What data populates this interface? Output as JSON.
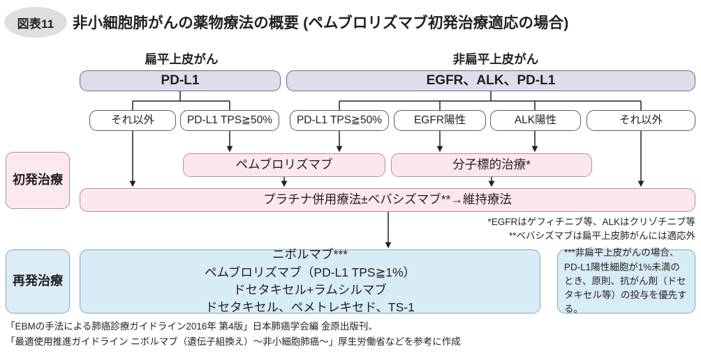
{
  "header": {
    "badge": "図表11",
    "title": "非小細胞肺がんの薬物療法の概要 (ペムブロリズマブ初発治療適応の場合)"
  },
  "columns": [
    {
      "caption": "扁平上皮がん"
    },
    {
      "caption": "非扁平上皮がん"
    }
  ],
  "marker_boxes": [
    {
      "label": "PD-L1"
    },
    {
      "label": "EGFR、ALK、PD-L1"
    }
  ],
  "criteria_boxes": [
    {
      "label": "それ以外"
    },
    {
      "label": "PD-L1 TPS≧50%"
    },
    {
      "label": "PD-L1 TPS≧50%"
    },
    {
      "label": "EGFR陽性"
    },
    {
      "label": "ALK陽性"
    },
    {
      "label": "それ以外"
    }
  ],
  "stage_labels": {
    "first_line": "初発治療",
    "relapse": "再発治療"
  },
  "first_line_treatments": [
    {
      "label": "ペムブロリズマブ"
    },
    {
      "label": "分子標的治療*"
    }
  ],
  "platinum_box": {
    "label": "プラチナ併用療法±ベバシズマブ**→維持療法"
  },
  "first_line_footnotes": "*EGFRはゲフィチニブ等、ALKはクリゾチニブ等\n**ベバシズマブは扁平上皮肺がんには適応外",
  "relapse_box": {
    "lines": "ニボルマブ***\nペムブロリズマブ（PD-L1 TPS≧1%）\nドセタキセル+ラムシルマブ\nドセタキセル、ペメトレキセド、TS-1"
  },
  "relapse_note": {
    "text": "***非扁平上皮がんの場合、PD-L1陽性細胞が1%未満のとき、原則、抗がん剤（ドセタキセル等）の投与を優先する。"
  },
  "source_notes": "「EBMの手法による肺癌診療ガイドライン2016年 第4版」日本肺癌学会編 金原出版刊、\n「最適使用推進ガイドライン ニボルマブ（遺伝子組換え）～非小細胞肺癌～」厚生労働省などを参考に作成",
  "colors": {
    "purple_fill": "#dedeeb",
    "pink_fill": "#fbe7ec",
    "blue_fill": "#d7ecf5",
    "badge_fill": "#dededf",
    "line": "#231f20",
    "text": "#231f20"
  }
}
